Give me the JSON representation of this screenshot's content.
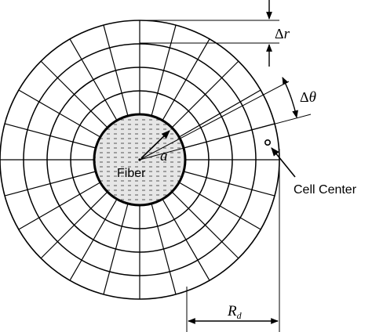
{
  "labels": {
    "fiber": "Fiber",
    "radius_a": "a",
    "delta_r": "Δr",
    "delta_r_symbol": "Δ",
    "delta_r_var": "r",
    "delta_theta_symbol": "Δ",
    "delta_theta_var": "θ",
    "cell_center": "Cell Center",
    "rd_main": "R",
    "rd_sub": "d"
  },
  "mesh": {
    "radial_rings": 4,
    "angular_divisions": 24
  },
  "colors": {
    "ink": "#000000",
    "fiber_fill": "#d9d9d9",
    "background": "#ffffff"
  }
}
